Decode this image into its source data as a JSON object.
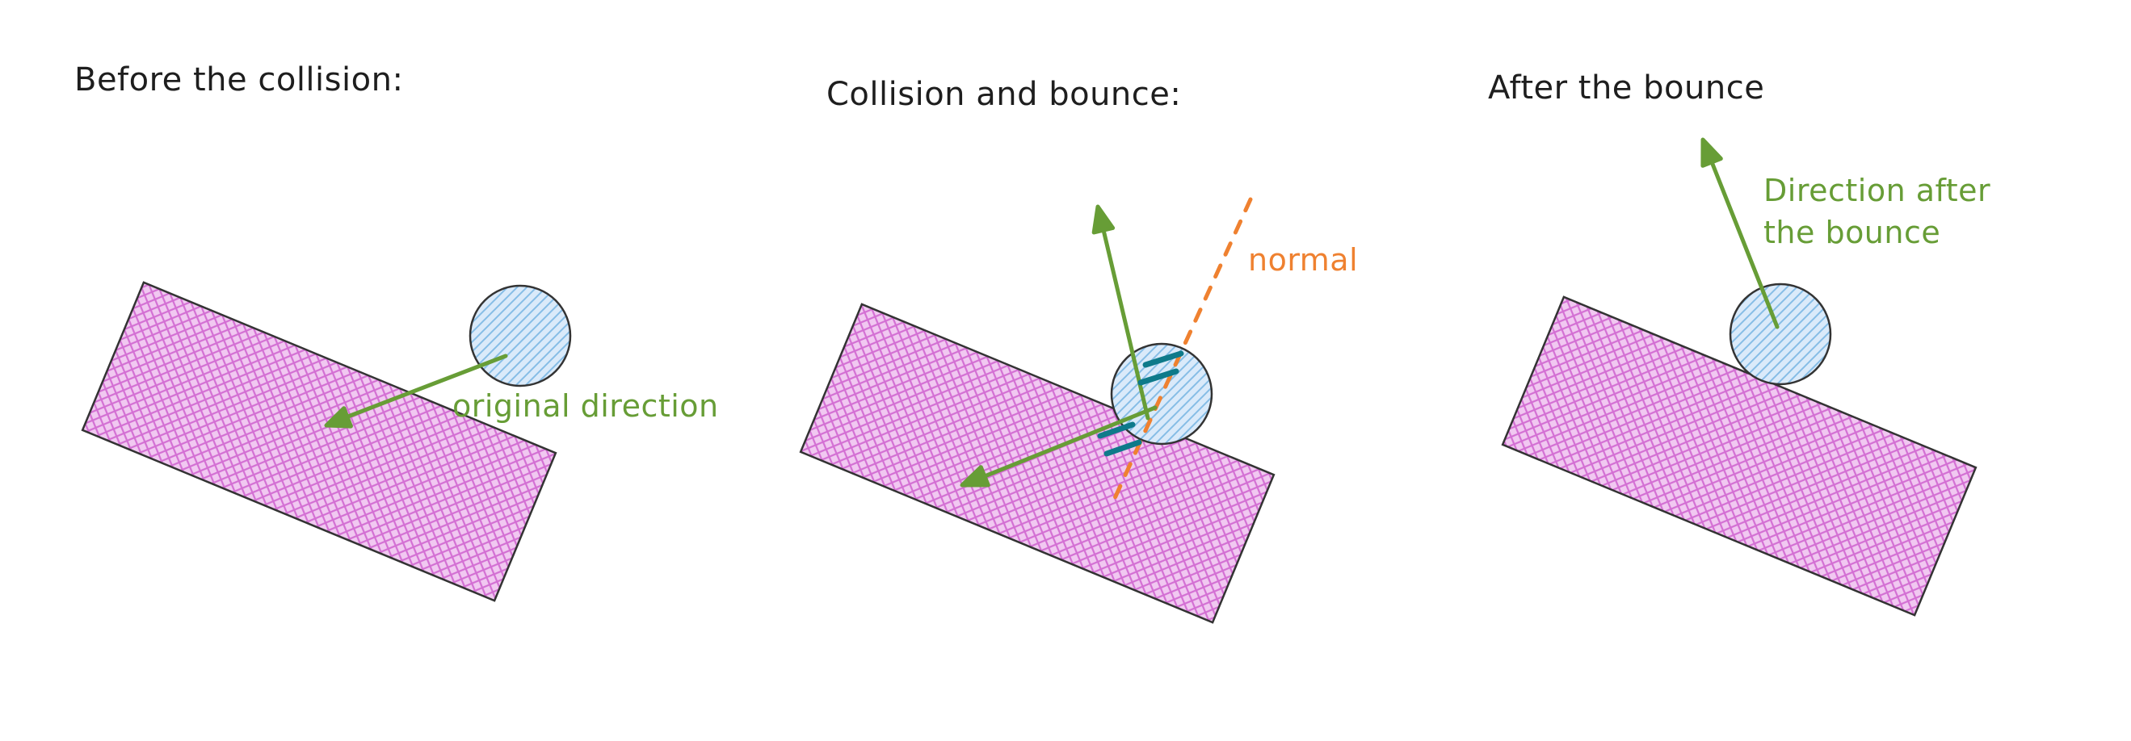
{
  "diagram": {
    "panels": [
      {
        "title": "Before the collision:",
        "direction_label": "original direction"
      },
      {
        "title": "Collision and bounce:",
        "normal_label": "normal"
      },
      {
        "title": "After the bounce",
        "direction_label_line1": "Direction after",
        "direction_label_line2": "the bounce"
      }
    ],
    "colors": {
      "text": "#1e1e1e",
      "green": "#679d36",
      "orange": "#ef8130",
      "teal": "#0e7a8a",
      "outline": "#333333",
      "pink_bg": "#f1c8f1",
      "pink_hatch": "#d36fd3",
      "blue_bg": "#daeafa",
      "blue_hatch": "#86bde6"
    }
  }
}
